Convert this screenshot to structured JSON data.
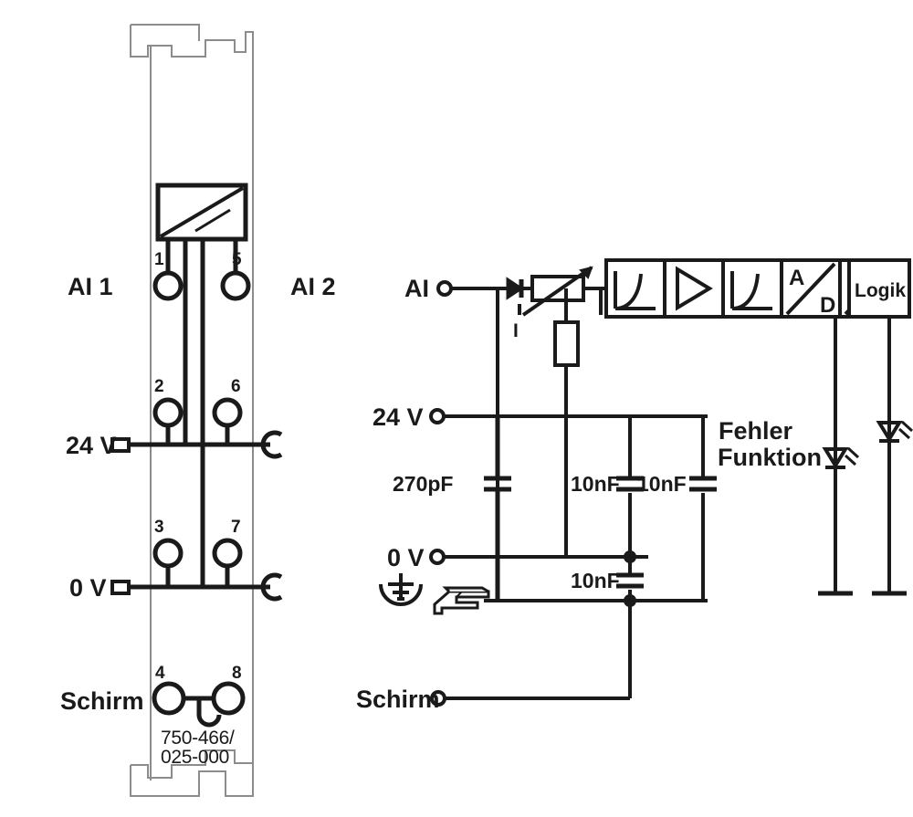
{
  "diagram": {
    "title": "WAGO 750-466/025-000 analog input module wiring and block diagram",
    "part_number_line1": "750-466/",
    "part_number_line2": "025-000",
    "colors": {
      "ink": "#1a1a1a",
      "housing_outline": "#8c8c8c",
      "background": "#ffffff"
    }
  },
  "module": {
    "label_left_top": "AI 1",
    "label_right_top": "AI 2",
    "label_24v": "24 V",
    "label_0v": "0 V",
    "label_schirm": "Schirm",
    "pins": [
      {
        "number": "1",
        "column": "left",
        "row": "top"
      },
      {
        "number": "5",
        "column": "right",
        "row": "top"
      },
      {
        "number": "2",
        "column": "left",
        "row": "upper-mid"
      },
      {
        "number": "6",
        "column": "right",
        "row": "upper-mid"
      },
      {
        "number": "3",
        "column": "left",
        "row": "lower-mid"
      },
      {
        "number": "7",
        "column": "right",
        "row": "lower-mid"
      },
      {
        "number": "4",
        "column": "left",
        "row": "bottom"
      },
      {
        "number": "8",
        "column": "right",
        "row": "bottom"
      }
    ]
  },
  "block_diagram": {
    "input_terminal_label": "AI",
    "supply_24v_label": "24 V",
    "supply_0v_label": "0 V",
    "shield_label": "Schirm",
    "current_symbol_label": "I",
    "blocks": [
      {
        "id": "filter-1",
        "label": "",
        "icon": "filter-curve-icon"
      },
      {
        "id": "amplifier",
        "label": "",
        "icon": "amplifier-triangle-icon"
      },
      {
        "id": "filter-2",
        "label": "",
        "icon": "filter-curve-icon"
      },
      {
        "id": "ad-converter",
        "label": "A / D",
        "icon": "ad-converter-icon",
        "label_top": "A",
        "label_bottom": "D"
      },
      {
        "id": "isolation",
        "label": "",
        "icon": "galvanic-isolation-icon"
      },
      {
        "id": "logic",
        "label": "Logik",
        "icon": "logic-block-icon"
      }
    ],
    "capacitors": [
      {
        "id": "c-270pf",
        "value": "270pF"
      },
      {
        "id": "c-10nf-a",
        "value": "10nF"
      },
      {
        "id": "c-10nf-b",
        "value": "10nF"
      },
      {
        "id": "c-10nf-c",
        "value": "10nF"
      }
    ],
    "leds": [
      {
        "id": "led-fehler",
        "label": "Fehler"
      },
      {
        "id": "led-funktion",
        "label": "Funktion"
      }
    ],
    "ground_symbol": "earth-ground-icon",
    "din_rail_symbol": "din-rail-icon"
  }
}
